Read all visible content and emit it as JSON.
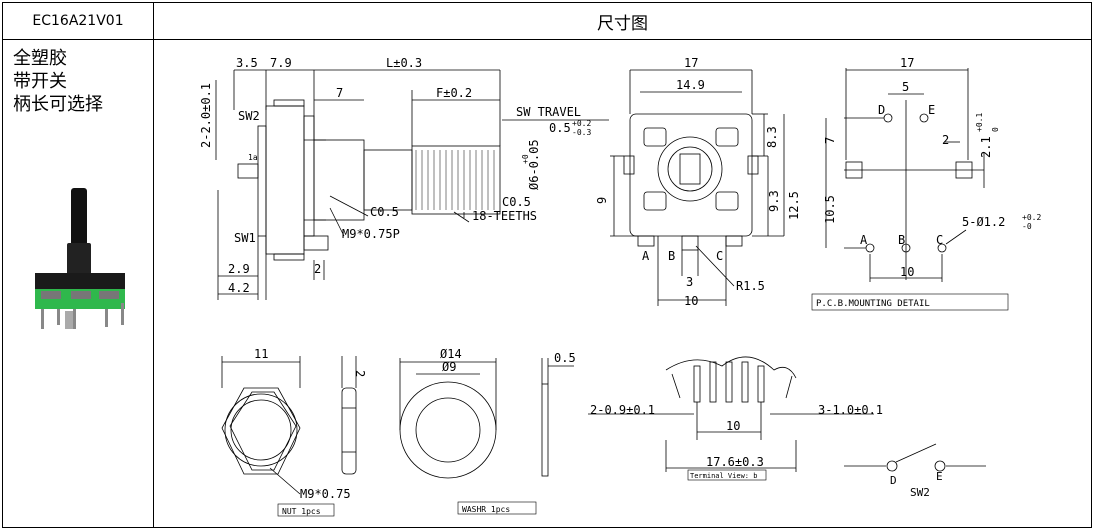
{
  "header": {
    "model": "EC16A21V01",
    "title": "尺寸图"
  },
  "specs": [
    "全塑胶",
    "带开关",
    "柄长可选择"
  ],
  "side_view": {
    "dims_top": [
      "3.5",
      "7.9",
      "L±0.3",
      "7",
      "F±0.2"
    ],
    "sw_travel": "SW TRAVEL",
    "sw_travel_value": "0.5",
    "sw_travel_tol_upper": "+0.2",
    "sw_travel_tol_lower": "-0.3",
    "left_dim": "2-2.0±0.1",
    "sw2": "SW2",
    "sw1": "SW1",
    "shaft_dia": "Ø6-0.05",
    "shaft_dia_tol": "+0",
    "pin_label": "1a",
    "c05_a": "C0.5",
    "c05_b": "C0.5",
    "teeth": "18-TEETHS",
    "thread": "M9*0.75P",
    "dims_bottom": [
      "2.9",
      "4.2",
      "2"
    ]
  },
  "front_view": {
    "w17": "17",
    "w149": "14.9",
    "h83": "8.3",
    "h9": "9",
    "h93": "9.3",
    "h125": "12.5",
    "pins": [
      "A",
      "B",
      "C"
    ],
    "p3": "3",
    "r15": "R1.5",
    "w10": "10"
  },
  "pcb": {
    "w17": "17",
    "w5": "5",
    "h7": "7",
    "p2": "2",
    "h21": "2.1",
    "h21_tol_upper": "+0.1",
    "h21_tol_lower": "0",
    "h105": "10.5",
    "holes": "5-Ø1.2",
    "holes_tol_upper": "+0.2",
    "holes_tol_lower": "-0",
    "w10": "10",
    "labels": [
      "D",
      "E",
      "A",
      "B",
      "C"
    ],
    "caption": "P.C.B.MOUNTING DETAIL"
  },
  "nut": {
    "w11": "11",
    "t2": "2",
    "thread": "M9*0.75",
    "caption": "NUT 1pcs"
  },
  "washer": {
    "d14": "Ø14",
    "d9": "Ø9",
    "t05": "0.5",
    "caption": "WASHR  1pcs"
  },
  "terminal": {
    "left": "2-0.9±0.1",
    "right": "3-1.0±0.1",
    "w10": "10",
    "w176": "17.6±0.3",
    "caption": "Terminal View: b"
  },
  "switch": {
    "label": "SW2",
    "d": "D",
    "e": "E"
  }
}
